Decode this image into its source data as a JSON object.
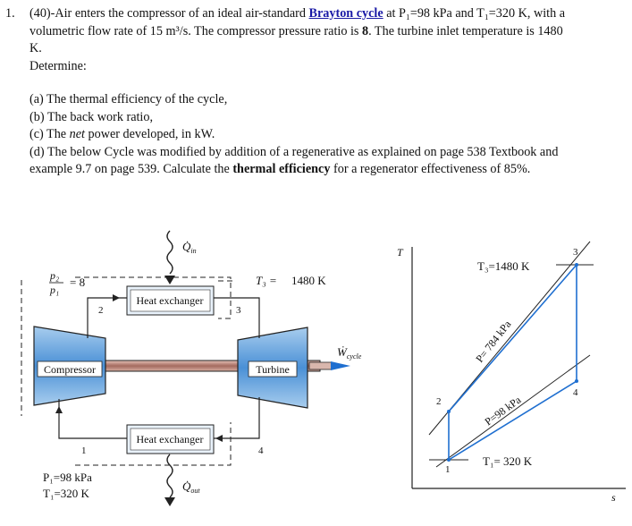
{
  "problem": {
    "number": "1.",
    "line1": {
      "a": "(40)-Air enters the compressor of an ideal air-standard ",
      "link": "Brayton cycle",
      "b": " at P₁=98 kPa and T₁=320 K, with a"
    },
    "line2": {
      "a": "volumetric flow rate of 15 m³/s. The compressor pressure ratio is ",
      "ratio": "8",
      "b": ". The turbine inlet temperature is 1480"
    },
    "line3": "K.",
    "determine": "Determine:",
    "a": "(a) The thermal efficiency of the cycle,",
    "b": "(b) The back work ratio,",
    "c": {
      "a": "(c) The ",
      "em": "net",
      "b": " power developed, in kW."
    },
    "d": {
      "line1": "(d) The below Cycle was modified by addition of a regenerative as explained on page 538 Textbook and",
      "line2a": "example 9.7 on page 539. Calculate the ",
      "line2b": "thermal efficiency",
      "line2c": " for a regenerator effectiveness of 85%."
    }
  },
  "schematic": {
    "q_in": "Q̇",
    "q_in_sub": "in",
    "q_out": "Q̇",
    "q_out_sub": "out",
    "ratio_num": "p₂",
    "ratio_den": "p₁",
    "ratio_value": "= 8",
    "t3_label": "T₃ =",
    "t3_value": "1480 K",
    "hx_top": "Heat exchanger",
    "hx_bottom": "Heat exchanger",
    "compressor": "Compressor",
    "turbine": "Turbine",
    "w_cycle": "Ẇ",
    "w_cycle_sub": "cycle",
    "state1": "1",
    "state2": "2",
    "state3": "3",
    "state4": "4",
    "inlet_p": "P₁=98 kPa",
    "inlet_t": "T₁=320 K"
  },
  "ts_diagram": {
    "axis_t": "T",
    "axis_s": "s",
    "t3": "T₃=1480 K",
    "t1": "T₁= 320 K",
    "p_high": "P= 784 kPa",
    "p_low": "P=98 kPa",
    "pt1": "1",
    "pt2": "2",
    "pt3": "3",
    "pt4": "4"
  },
  "colors": {
    "accent_blue": "#1f6fd0",
    "link_blue": "#1a1aa6",
    "shaft": "#b07a70"
  }
}
